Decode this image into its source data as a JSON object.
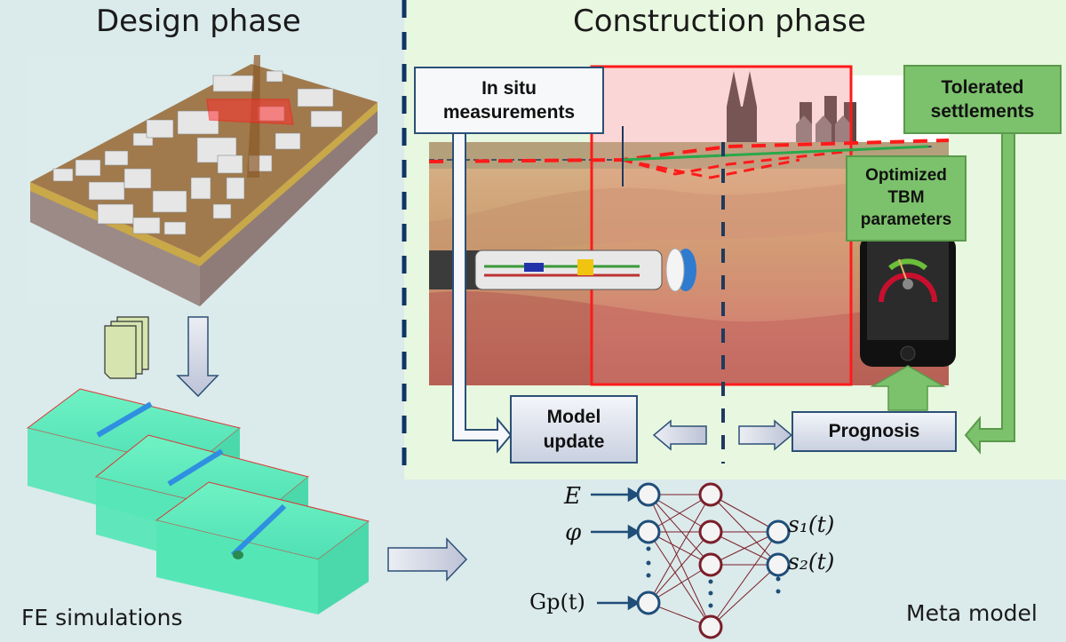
{
  "sections": {
    "design": {
      "title": "Design phase"
    },
    "construction": {
      "title": "Construction phase"
    }
  },
  "captions": {
    "fe_simulations": "FE simulations",
    "meta_model": "Meta model"
  },
  "boxes": {
    "in_situ": {
      "line1": "In situ",
      "line2": "measurements"
    },
    "tolerated": {
      "line1": "Tolerated",
      "line2": "settlements"
    },
    "optimized": {
      "line1": "Optimized",
      "line2": "TBM",
      "line3": "parameters"
    },
    "model_update": {
      "line1": "Model",
      "line2": "update"
    },
    "prognosis": {
      "label": "Prognosis"
    }
  },
  "neural_net": {
    "inputs": [
      "E",
      "φ",
      "Gp(t)"
    ],
    "outputs": [
      "s₁(t)",
      "s₂(t)"
    ],
    "layers": {
      "input_nodes": 3,
      "hidden_nodes": 4,
      "output_nodes": 2
    }
  },
  "colors": {
    "design_bg": "#dbeaea",
    "construction_bg": "#e8f7df",
    "divider": "#0d3563",
    "highlight_red": "#ff1a1a",
    "settlement_green": "#2aa84a",
    "box_green": "#7cc26c",
    "node_blue": "#1f4e79",
    "node_maroon": "#7a1f2b"
  }
}
